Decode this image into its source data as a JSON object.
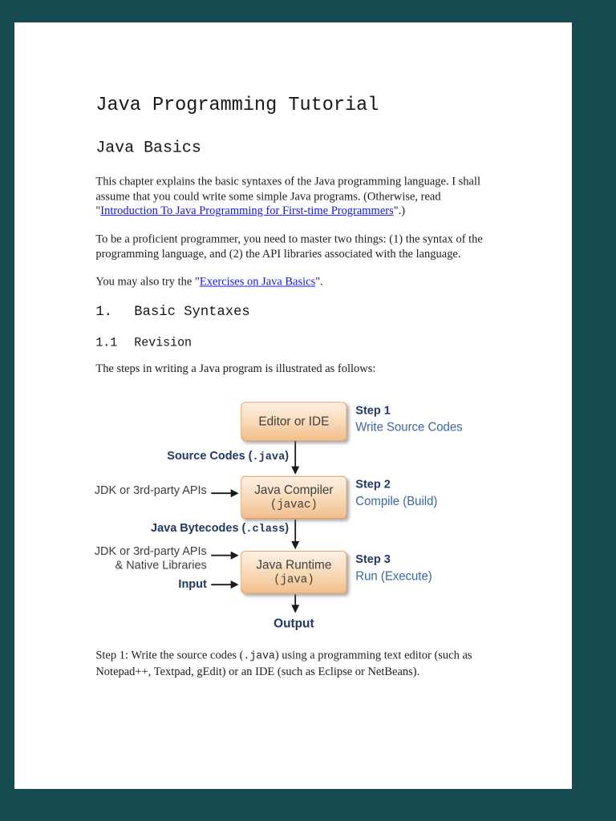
{
  "viewer": {
    "frame_color": "#174A50"
  },
  "page": {
    "title": "Java Programming Tutorial",
    "section_heading": "Java Basics",
    "para_intro": {
      "pre": "This chapter explains the basic syntaxes of the Java programming language. I shall assume that you could write some simple Java programs. (Otherwise, read \"",
      "link": "Introduction To Java Programming for First-time Programmers",
      "post": "\".)"
    },
    "para_proficient": "To be a proficient programmer, you need to master two things: (1) the syntax of the programming language, and (2) the API libraries associated with the language.",
    "para_exercises": {
      "pre": "You may also try the \"",
      "link": "Exercises on Java Basics",
      "post": "\"."
    },
    "h_basic_syntaxes": {
      "number": "1.",
      "label": "Basic Syntaxes"
    },
    "h_revision": {
      "number": "1.1",
      "label": "Revision"
    },
    "para_steps_intro": "The steps in writing a Java program is illustrated as follows:",
    "para_step1": {
      "pre": "Step 1: Write the source codes (",
      "code": ".java",
      "post": ") using a programming text editor (such as Notepad++, Textpad, gEdit) or an IDE (such as Eclipse or NetBeans)."
    },
    "link_color": "#1414E0"
  },
  "diagram": {
    "box_editor": "Editor or IDE",
    "box_compiler_line1": "Java Compiler",
    "box_compiler_line2": "(javac)",
    "box_runtime_line1": "Java Runtime",
    "box_runtime_line2": "(java)",
    "flow_source": {
      "pre": "Source Codes (",
      "code": ".java",
      "post": ")"
    },
    "flow_bytecode": {
      "pre": "Java Bytecodes (",
      "code": ".class",
      "post": ")"
    },
    "label_apis": "JDK or 3rd-party APIs",
    "label_apis2_line1": "JDK or 3rd-party APIs",
    "label_apis2_line2": "& Native Libraries",
    "label_input": "Input",
    "label_output": "Output",
    "steps": [
      {
        "label": "Step 1",
        "desc": "Write Source Codes"
      },
      {
        "label": "Step 2",
        "desc": "Compile (Build)"
      },
      {
        "label": "Step 3",
        "desc": "Run (Execute)"
      }
    ],
    "colors": {
      "navy": "#1F3864",
      "step_desc_blue": "#3A66A0",
      "box_border": "#E39C57",
      "box_fill_top": "#FDF0E3",
      "box_fill_bottom": "#F2BE8C",
      "label_gray": "#3D3D3D",
      "arrow": "#1A1A1A"
    }
  }
}
